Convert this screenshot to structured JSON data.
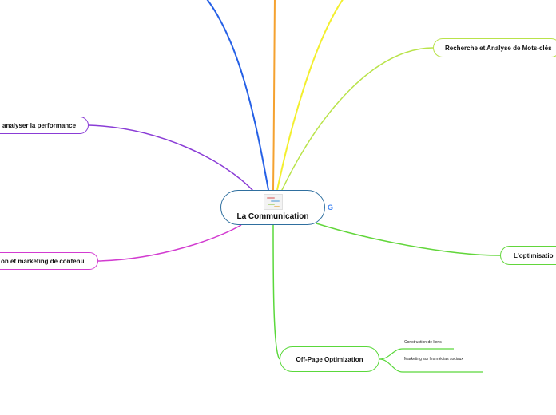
{
  "central": {
    "title": "La Communication",
    "badge": "G"
  },
  "branches": {
    "recherche": "Recherche et Analyse de Mots-clés",
    "analyser": "analyser la performance",
    "marketing": "on et marketing de contenu",
    "optimisation": "L'optimisatio",
    "offpage": "Off-Page Optimization"
  },
  "subtopics": {
    "construction": "Construction de liens",
    "reseaux": "Marketing sur les médias sociaux"
  },
  "colors": {
    "blue": "#2560e6",
    "orange": "#f5a230",
    "yellow": "#f3ef2e",
    "lime": "#b9e34a",
    "purple": "#8a3cd6",
    "magenta": "#d23bd0",
    "green": "#62d63b",
    "central_border": "#2f6f9f"
  }
}
